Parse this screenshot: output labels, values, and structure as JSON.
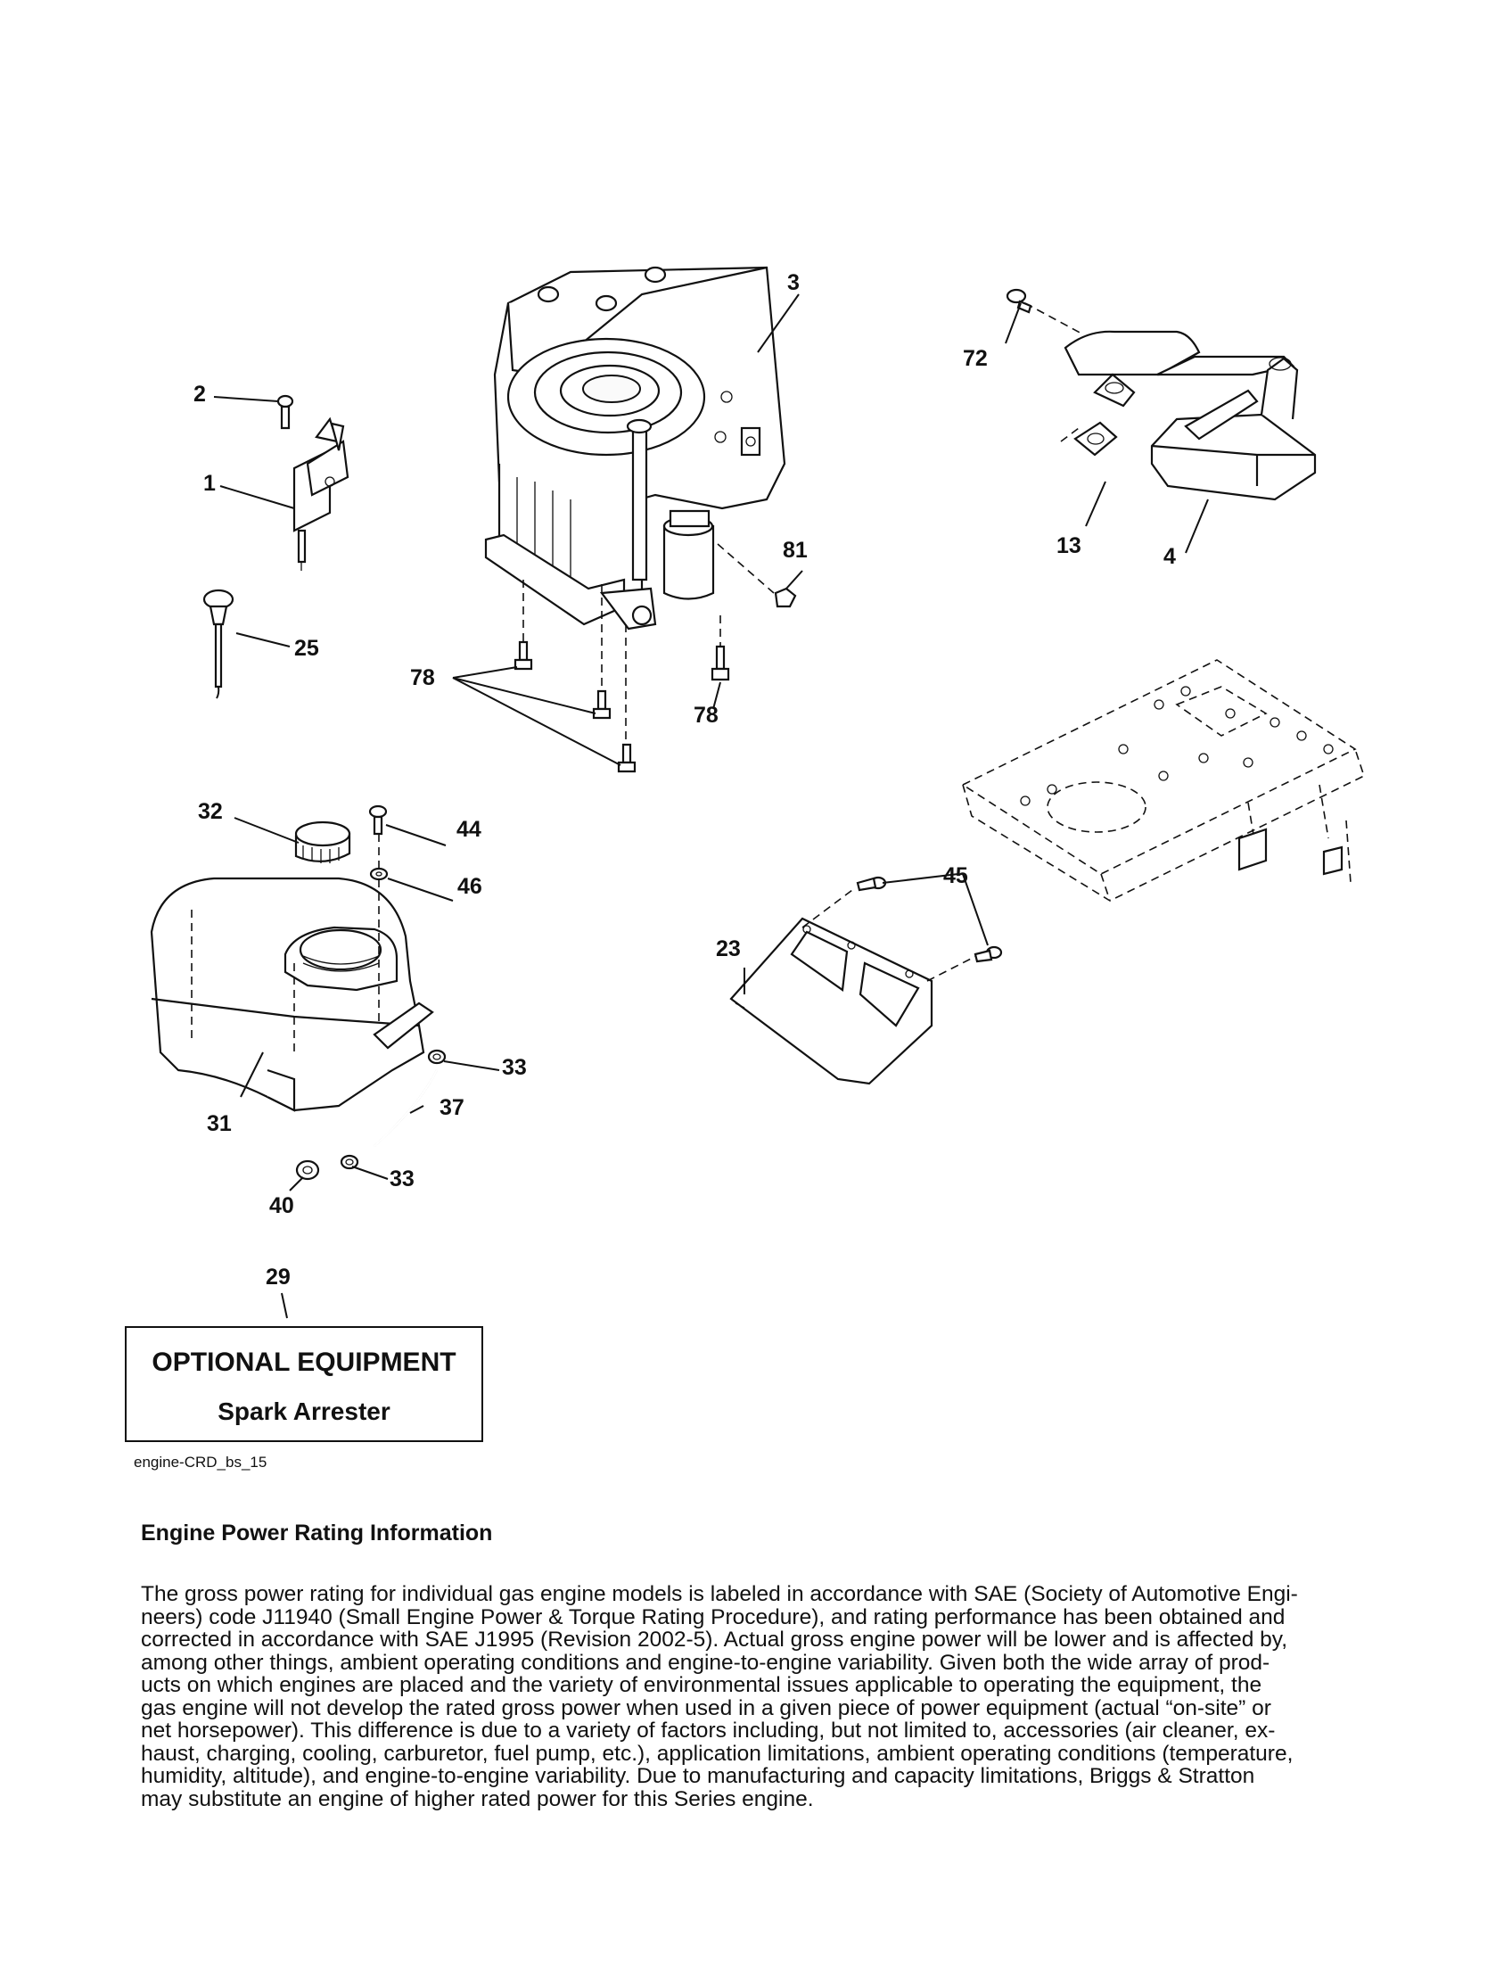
{
  "callouts": {
    "c1": "1",
    "c2": "2",
    "c3": "3",
    "c4": "4",
    "c13": "13",
    "c23": "23",
    "c25": "25",
    "c29": "29",
    "c31": "31",
    "c32": "32",
    "c33a": "33",
    "c33b": "33",
    "c37": "37",
    "c40": "40",
    "c44": "44",
    "c45": "45",
    "c46": "46",
    "c72": "72",
    "c78a": "78",
    "c78b": "78",
    "c81": "81"
  },
  "optional_box": {
    "title": "OPTIONAL EQUIPMENT",
    "subtitle": "Spark Arrester"
  },
  "diagram_id": "engine-CRD_bs_15",
  "rating": {
    "heading": "Engine Power Rating Information",
    "body": "The gross power rating for individual gas engine models is labeled in accordance with SAE (Society of Automotive Engi-\nneers) code J11940 (Small Engine Power & Torque Rating Procedure), and rating performance has been obtained and\ncorrected in accordance with SAE J1995 (Revision 2002-5).  Actual gross engine power will be lower and is affected by,\namong other things, ambient operating conditions and engine-to-engine variability.  Given both the wide array of prod-\nucts on which engines are placed and the variety of environmental issues applicable to operating the equipment, the\ngas engine will not develop the rated gross power when used in a given piece of power equipment (actual “on-site” or\nnet horsepower).  This difference is due to a variety of factors including, but not limited to, accessories (air cleaner, ex-\nhaust, charging, cooling, carburetor, fuel pump, etc.), application limitations, ambient operating conditions (temperature,\nhumidity, altitude), and engine-to-engine variability.  Due to manufacturing and capacity limitations, Briggs & Stratton\nmay substitute an engine of higher rated power for this Series engine."
  }
}
